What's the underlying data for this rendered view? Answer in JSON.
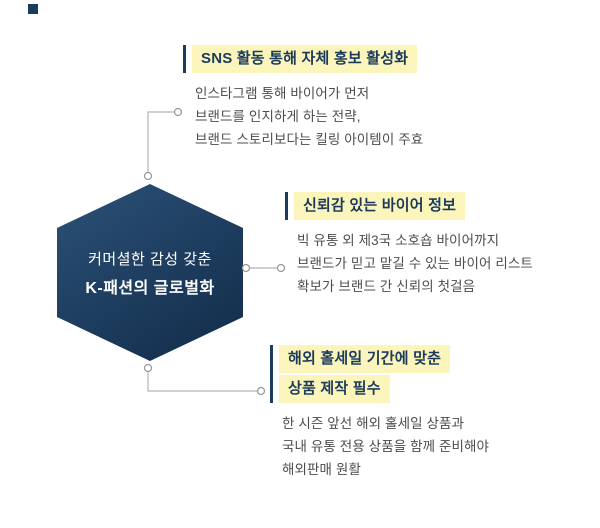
{
  "diagram": {
    "hexagon": {
      "line1": "커머셜한 감성 갖춘",
      "line2": "K-패션의 글로벌화",
      "gradient_top": "#2c5178",
      "gradient_bottom": "#14304e"
    },
    "sections": [
      {
        "title_lines": [
          "SNS 활동 통해 자체 홍보 활성화"
        ],
        "body_lines": [
          "인스타그램 통해 바이어가 먼저",
          "브랜드를 인지하게 하는 전략,",
          "브랜드 스토리보다는 킬링 아이템이 주효"
        ]
      },
      {
        "title_lines": [
          "신뢰감 있는 바이어 정보"
        ],
        "body_lines": [
          "빅 유통 외 제3국 소호숍 바이어까지",
          "브랜드가 믿고 맡길 수 있는 바이어 리스트",
          "확보가 브랜드 간 신뢰의 첫걸음"
        ]
      },
      {
        "title_lines": [
          "해외 홀세일 기간에 맞춘",
          "상품 제작 필수"
        ],
        "body_lines": [
          "한 시즌 앞선 해외 홀세일 상품과",
          "국내 유통 전용 상품을 함께 준비해야",
          "해외판매 원활"
        ]
      }
    ],
    "colors": {
      "navy": "#1b3a5c",
      "highlight_yellow": "#fbf5bb",
      "body_text": "#4c4c4c",
      "connector_gray": "#b5b5b5"
    }
  }
}
